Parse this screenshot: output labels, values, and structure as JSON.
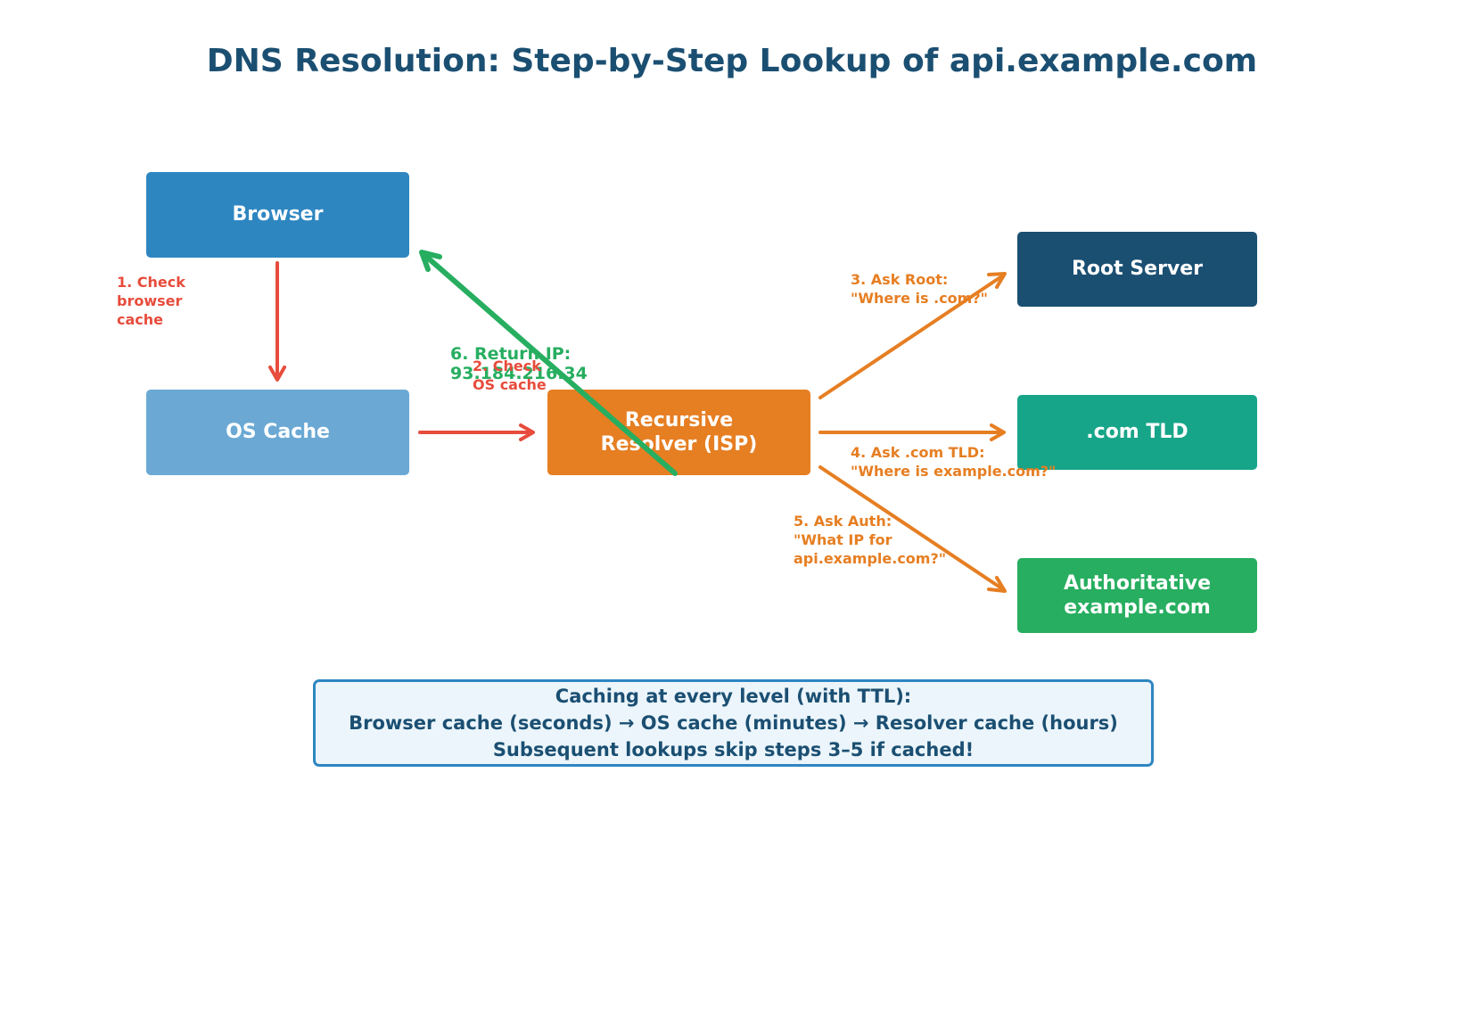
{
  "title": "DNS Resolution: Step-by-Step Lookup of api.example.com",
  "nodes": {
    "browser": "Browser",
    "os_cache": "OS Cache",
    "resolver": "Recursive\nResolver (ISP)",
    "root": "Root Server",
    "tld": ".com TLD",
    "auth": "Authoritative\nexample.com"
  },
  "edges": {
    "step1": "1. Check\nbrowser\ncache",
    "step2": "2. Check\nOS cache",
    "step3": "3. Ask Root:\n\"Where is .com?\"",
    "step4": "4. Ask .com TLD:\n\"Where is example.com?\"",
    "step5": "5. Ask Auth:\n\"What IP for\napi.example.com?\"",
    "step6": "6. Return IP:\n93.184.216.34"
  },
  "note": {
    "line1": "Caching at every level (with TTL):",
    "line2": "Browser cache (seconds) → OS cache (minutes) → Resolver cache (hours)",
    "line3": "Subsequent lookups skip steps 3–5 if cached!"
  },
  "colors": {
    "browser": "#2e86c1",
    "os_cache": "#6ba9d4",
    "resolver": "#e67e22",
    "root": "#1b4f72",
    "tld": "#17a589",
    "auth": "#27ae60",
    "cache_arrow": "#e74c3c",
    "query_arrow": "#e67e22",
    "return_arrow": "#27ae60"
  }
}
